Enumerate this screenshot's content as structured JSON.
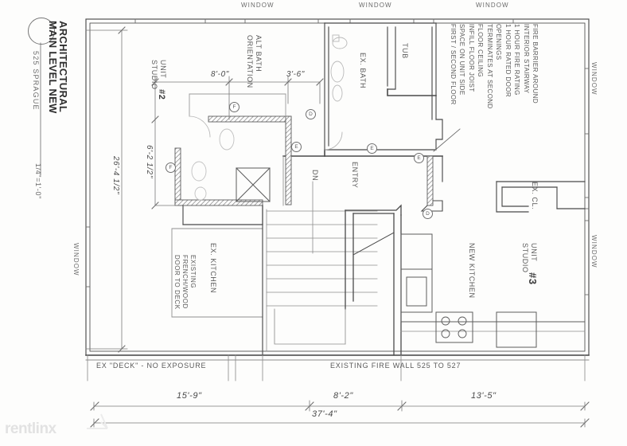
{
  "sheet": {
    "title_line1": "ARCHITECTURAL",
    "title_line2": "MAIN LEVEL NEW",
    "address": "525 SPRAGUE",
    "scale": "1/4\"=1'-0\"",
    "watermark": "rentlinx"
  },
  "rooms": [
    {
      "name": "unit-studio-2",
      "line1": "UNIT",
      "line2": "STUDIO",
      "number": "#2"
    },
    {
      "name": "unit-studio-3",
      "line1": "UNIT",
      "line2": "STUDIO",
      "number": "#3"
    },
    {
      "name": "ex-bath",
      "label": "EX. BATH"
    },
    {
      "name": "tub",
      "label": "TUB"
    },
    {
      "name": "entry",
      "label": "ENTRY"
    },
    {
      "name": "ex-kitchen",
      "label": "EX. KITCHEN"
    },
    {
      "name": "new-kitchen",
      "label": "NEW KITCHEN"
    },
    {
      "name": "ex-closet",
      "label": "EX. CL."
    }
  ],
  "annotations": {
    "alt_bath_line1": "ALT BATH",
    "alt_bath_line2": "ORIENTATION",
    "stair_direction": "DN",
    "french_door_line1": "EXISTING",
    "french_door_line2": "FRENCH/WOOD",
    "french_door_line3": "DOOR TO DECK",
    "deck_note": "EX \"DECK\" - NO EXPOSURE",
    "fire_wall_note": "EXISTING FIRE WALL 525 TO 527"
  },
  "fire_barrier_note": [
    "FIRE BARRIER AROUND",
    "INTERIOR STAIRWAY",
    "1 HOUR FIRE RATING",
    "1 HOUR RATED DOOR",
    "OPENINGS",
    "TERMINATES AT SECOND",
    "FLOOR CEILING",
    "INFILL FLOOR JOIST",
    "SPACE ON UNIT SIDE",
    "FIRST / SECOND FLOOR"
  ],
  "dimensions": {
    "top_interior_a": "8'-0\"",
    "top_interior_b": "3'-6\"",
    "left_overall": "26'-4 1/2\"",
    "left_partial": "6'-2 1/2\"",
    "bottom_a": "15'-9\"",
    "bottom_b": "8'-2\"",
    "bottom_c": "13'-5\"",
    "bottom_overall": "37'-4\""
  },
  "window_labels": {
    "top_1": "WINDOW",
    "top_2": "WINDOW",
    "top_3": "WINDOW",
    "left_1": "WINDOW",
    "right_1": "WINDOW",
    "right_2": "WINDOW"
  },
  "door_tags": [
    {
      "name": "tag-f-upper",
      "letter": "F"
    },
    {
      "name": "tag-d-upper",
      "letter": "D"
    },
    {
      "name": "tag-e-bath",
      "letter": "E"
    },
    {
      "name": "tag-e-mid",
      "letter": "E"
    },
    {
      "name": "tag-e-right",
      "letter": "E"
    },
    {
      "name": "tag-f-lower",
      "letter": "F"
    },
    {
      "name": "tag-d-lower",
      "letter": "D"
    }
  ],
  "colors": {
    "line": "#4a4a4a",
    "thin": "#8a8a8a",
    "text": "#5a5a5a",
    "paper": "#fdfdfc",
    "hatch": "#888888"
  }
}
